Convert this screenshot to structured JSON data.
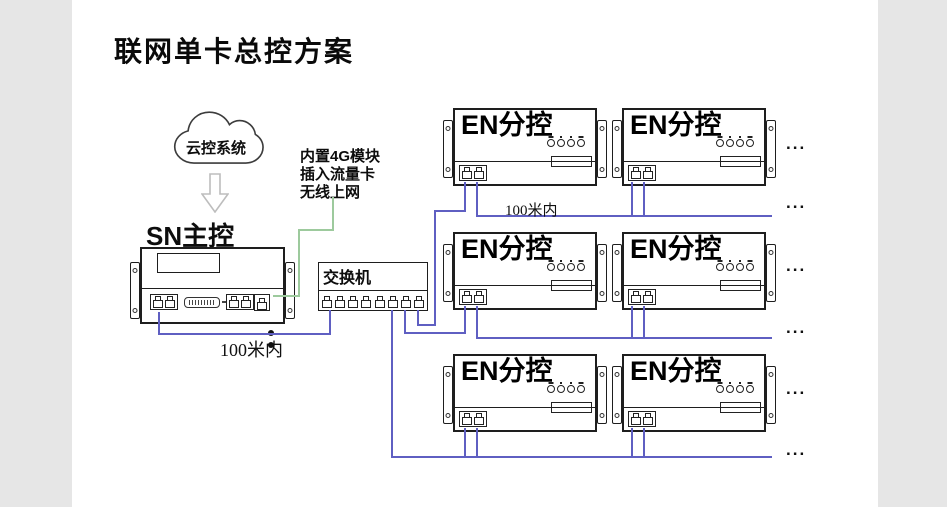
{
  "title": "联网单卡总控方案",
  "cloud_label": "云控系统",
  "note": {
    "line1": "内置4G模块",
    "line2": "插入流量卡",
    "line3": "无线上网"
  },
  "master_label": "SN主控",
  "switch_label": "交换机",
  "en_label": "EN分控",
  "distance_master": "100米内",
  "distance_row1": "100米内",
  "ellipsis": "...",
  "colors": {
    "cable": "#5f5fc2",
    "wireless_link": "#9dca9d",
    "outline": "#1e1e1e",
    "background": "#e6e6e6",
    "panel": "#ffffff"
  }
}
